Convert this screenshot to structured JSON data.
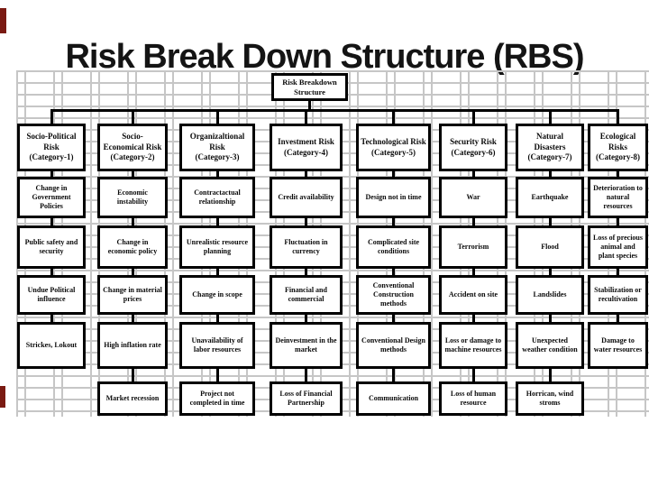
{
  "slide": {
    "title": "Risk Break Down Structure (RBS)"
  },
  "diagram": {
    "root_label": "Risk Breakdown Structure",
    "categories": [
      {
        "name": "Socio-Political Risk",
        "tag": "(Category-1)",
        "items": [
          "Change in Government Policies",
          "Public safety and security",
          "Undue Political influence",
          "Strickes, Lokout"
        ]
      },
      {
        "name": "Socio-Economical Risk",
        "tag": "(Category-2)",
        "items": [
          "Economic instability",
          "Change in economic policy",
          "Change in material prices",
          "High inflation rate",
          "Market recession"
        ]
      },
      {
        "name": "Organizaltional Risk",
        "tag": "(Category-3)",
        "items": [
          "Contractactual relationship",
          "Unrealistic resource planning",
          "Change in scope",
          "Unavailability of labor resources",
          "Project not completed in time"
        ]
      },
      {
        "name": "Investment Risk",
        "tag": "(Category-4)",
        "items": [
          "Credit availability",
          "Fluctuation in currency",
          "Financial and commercial",
          "Deinvestment in the market",
          "Loss of Financial Partnership"
        ]
      },
      {
        "name": "Technological Risk",
        "tag": "(Category-5)",
        "items": [
          "Design not in time",
          "Complicated site conditions",
          "Conventional Construction methods",
          "Conventional Design methods",
          "Communication"
        ]
      },
      {
        "name": "Security Risk",
        "tag": "(Category-6)",
        "items": [
          "War",
          "Terrorism",
          "Accident on site",
          "Loss or damage to machine resources",
          "Loss of human resource"
        ]
      },
      {
        "name": "Natural Disasters",
        "tag": "(Category-7)",
        "items": [
          "Earthquake",
          "Flood",
          "Landslides",
          "Unexpected weather condition",
          "Horrican, wind stroms"
        ]
      },
      {
        "name": "Ecological Risks",
        "tag": "(Category-8)",
        "items": [
          "Deterioration to natural resources",
          "Loss of precious animal and plant species",
          "Stabilization or recultivation",
          "Damage to water resources"
        ]
      }
    ]
  },
  "colors": {
    "accent_red": "#7a1a12",
    "grid_line": "#c6c6c6",
    "box_border": "#000000",
    "background": "#ffffff"
  }
}
